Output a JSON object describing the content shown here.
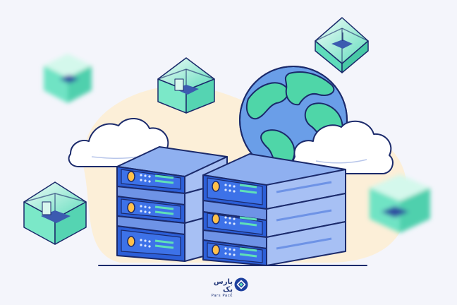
{
  "brand": {
    "name_fa": "پارس پک",
    "name_en": "Pars Pack",
    "primary_color": "#1d3f9e",
    "accent_color": "#5fe0b8"
  },
  "palette": {
    "background": "#f4f5fb",
    "blob": "#fcefd8",
    "server_front": "#2c5fd8",
    "server_top": "#8fb0f0",
    "outline": "#1b2a6b",
    "globe_ocean": "#6a9ee8",
    "globe_land": "#4fd6a8",
    "cube_glow": "#7be8c8"
  },
  "illustration": {
    "servers": [
      {
        "tower": "left",
        "units": 3
      },
      {
        "tower": "right",
        "units": 3
      }
    ],
    "clouds": 2,
    "globe": 1,
    "cubes": 5
  }
}
